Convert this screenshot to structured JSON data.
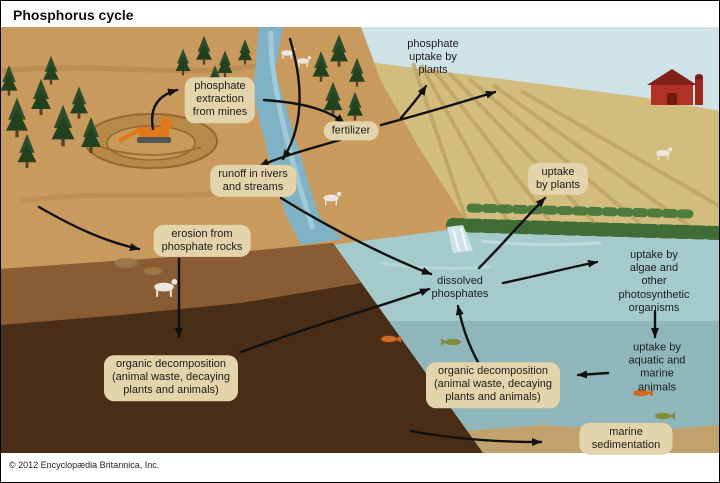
{
  "title": "Phosphorus cycle",
  "copyright": "© 2012 Encyclopædia Britannica, Inc.",
  "palette": {
    "sky": "#cfe2e8",
    "field": "#d3bd7e",
    "land": "#c89a5e",
    "river": "#7fb2c4",
    "water-surface": "#a4cacb",
    "water-deep": "#8fb7bb",
    "sediment": "#c2a26c",
    "soil-dark": "#4a2d17",
    "soil-mid": "#8a5c34",
    "tree": "#2d4d2b",
    "barn": "#b23325",
    "machine": "#e07818",
    "arrow": "#111111",
    "label-box": "#e3d4ab"
  },
  "labels": [
    {
      "id": "extraction",
      "text": "phosphate\nextraction\nfrom mines"
    },
    {
      "id": "uptake-by-plants-top",
      "text": "phosphate\nuptake by\nplants"
    },
    {
      "id": "fertilizer",
      "text": "fertilizer"
    },
    {
      "id": "runoff",
      "text": "runoff in rivers\nand streams"
    },
    {
      "id": "erosion",
      "text": "erosion from\nphosphate rocks"
    },
    {
      "id": "uptake-by-plants-right",
      "text": "uptake\nby plants"
    },
    {
      "id": "dissolved-phosphates",
      "text": "dissolved\nphosphates"
    },
    {
      "id": "uptake-by-algae",
      "text": "uptake by\nalgae and other\nphotosynthetic\norganisms"
    },
    {
      "id": "organic-decomposition-land",
      "text": "organic decomposition\n(animal waste, decaying\nplants and animals)"
    },
    {
      "id": "organic-decomposition-marine",
      "text": "organic decomposition\n(animal waste, decaying\nplants and animals)"
    },
    {
      "id": "uptake-by-aquatic-animals",
      "text": "uptake by\naquatic and\nmarine animals"
    },
    {
      "id": "marine-sedimentation",
      "text": "marine sedimentation"
    }
  ]
}
